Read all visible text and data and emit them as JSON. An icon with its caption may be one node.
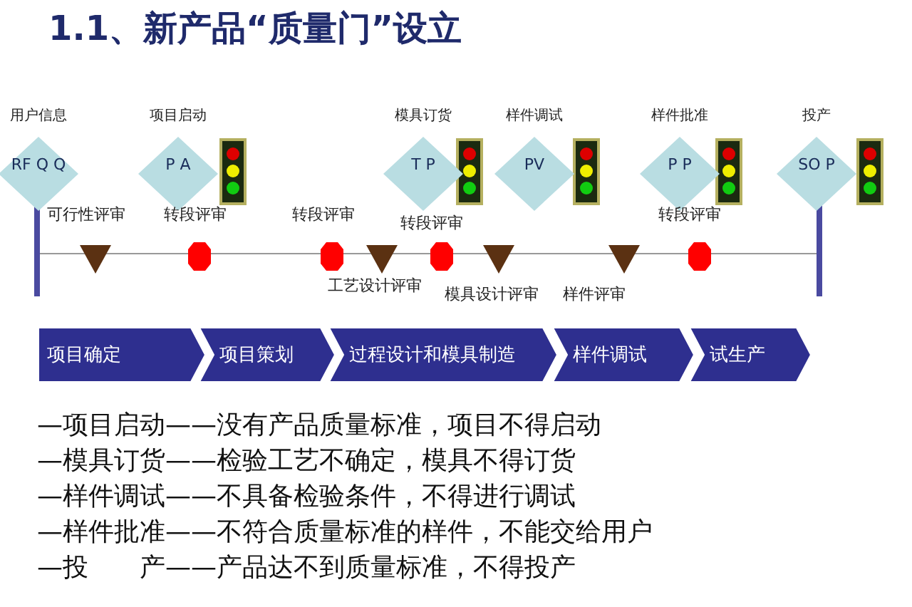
{
  "diagram": {
    "title": "1.1、新产品“质量门”设立",
    "nodes": [
      {
        "text": [
          "用户信息",
          "RF Q Q"
        ]
      },
      {
        "text": [
          "项目启动",
          "P A"
        ]
      },
      {
        "text": [
          "模具订货",
          "T P"
        ]
      },
      {
        "text": [
          "样件调试",
          "PV"
        ]
      },
      {
        "text": [
          "样件批准",
          "P P"
        ]
      },
      {
        "text": [
          "投产",
          "SO P"
        ]
      },
      {
        "text": [
          "项目确定"
        ]
      },
      {
        "text": [
          "项目策划"
        ]
      },
      {
        "text": [
          "过程设计和模具制造"
        ]
      },
      {
        "text": [
          "样件调试"
        ]
      },
      {
        "text": [
          "试生产"
        ]
      }
    ],
    "labels": [
      "可行性评审",
      "转段评审",
      "转段评审",
      "转段评审",
      "转段评审",
      "工艺设计评审",
      "模具设计评审",
      "样件评审",
      "—项目启动——没有产品质量标准，项目不得启动",
      "—模具订货——检验工艺不确定，模具不得订货",
      "—样件调试——不具备检验条件，不得进行调试",
      "—样件批准——不符合质量标准的样件，不能交给用户",
      "—投　　产——产品达不到质量标准，不得投产"
    ]
  }
}
